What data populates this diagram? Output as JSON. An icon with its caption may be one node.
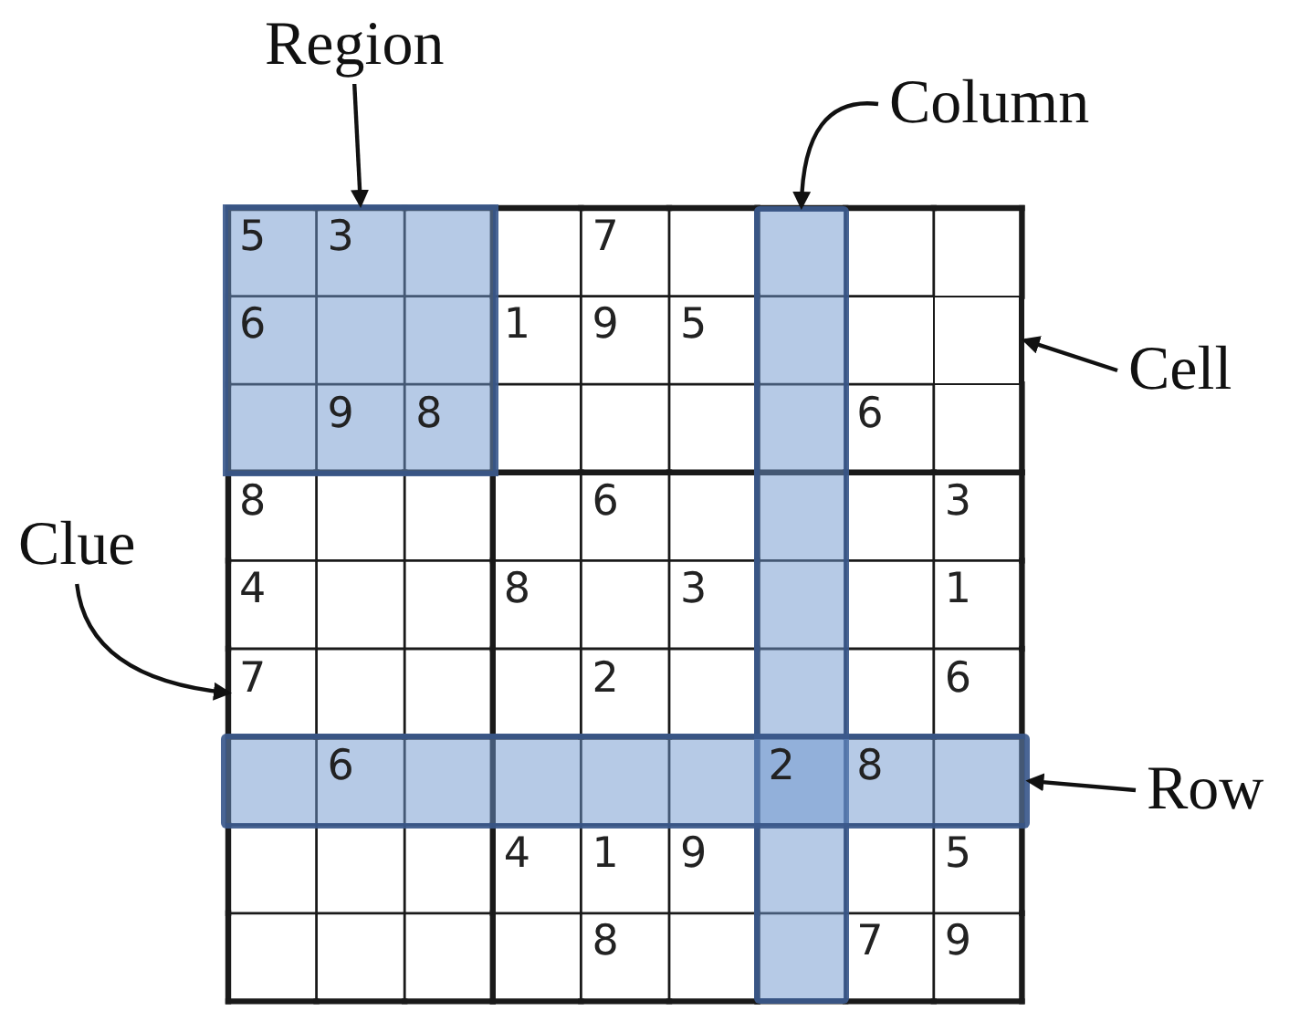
{
  "diagram": {
    "nodes": [
      {
        "text": [
          "Region"
        ]
      },
      {
        "text": [
          "Column"
        ]
      },
      {
        "text": [],
        "shape": "box"
      },
      {
        "text": [],
        "shape": "bar"
      },
      {
        "text": [
          "Cell"
        ]
      },
      {
        "text": [],
        "shape": "box"
      },
      {
        "text": [
          "Clue"
        ]
      },
      {
        "text": [
          "7"
        ]
      },
      {
        "text": [
          "Row"
        ]
      },
      {
        "text": [],
        "shape": "bar"
      }
    ],
    "edges": [
      {
        "from": 0,
        "to": 2,
        "arrow": "to"
      },
      {
        "from": 1,
        "to": 3,
        "arrow": "to"
      },
      {
        "from": 4,
        "to": 5,
        "arrow": "to"
      },
      {
        "from": 6,
        "to": 7,
        "arrow": "to"
      },
      {
        "from": 8,
        "to": 9,
        "arrow": "to"
      }
    ],
    "labels": [
      "5",
      "3",
      "7",
      "6",
      "1",
      "9",
      "5",
      "9",
      "8",
      "6",
      "8",
      "6",
      "3",
      "4",
      "8",
      "3",
      "1",
      "2",
      "6",
      "6",
      "2",
      "8",
      "4",
      "1",
      "9",
      "5",
      "8",
      "7",
      "9"
    ]
  }
}
